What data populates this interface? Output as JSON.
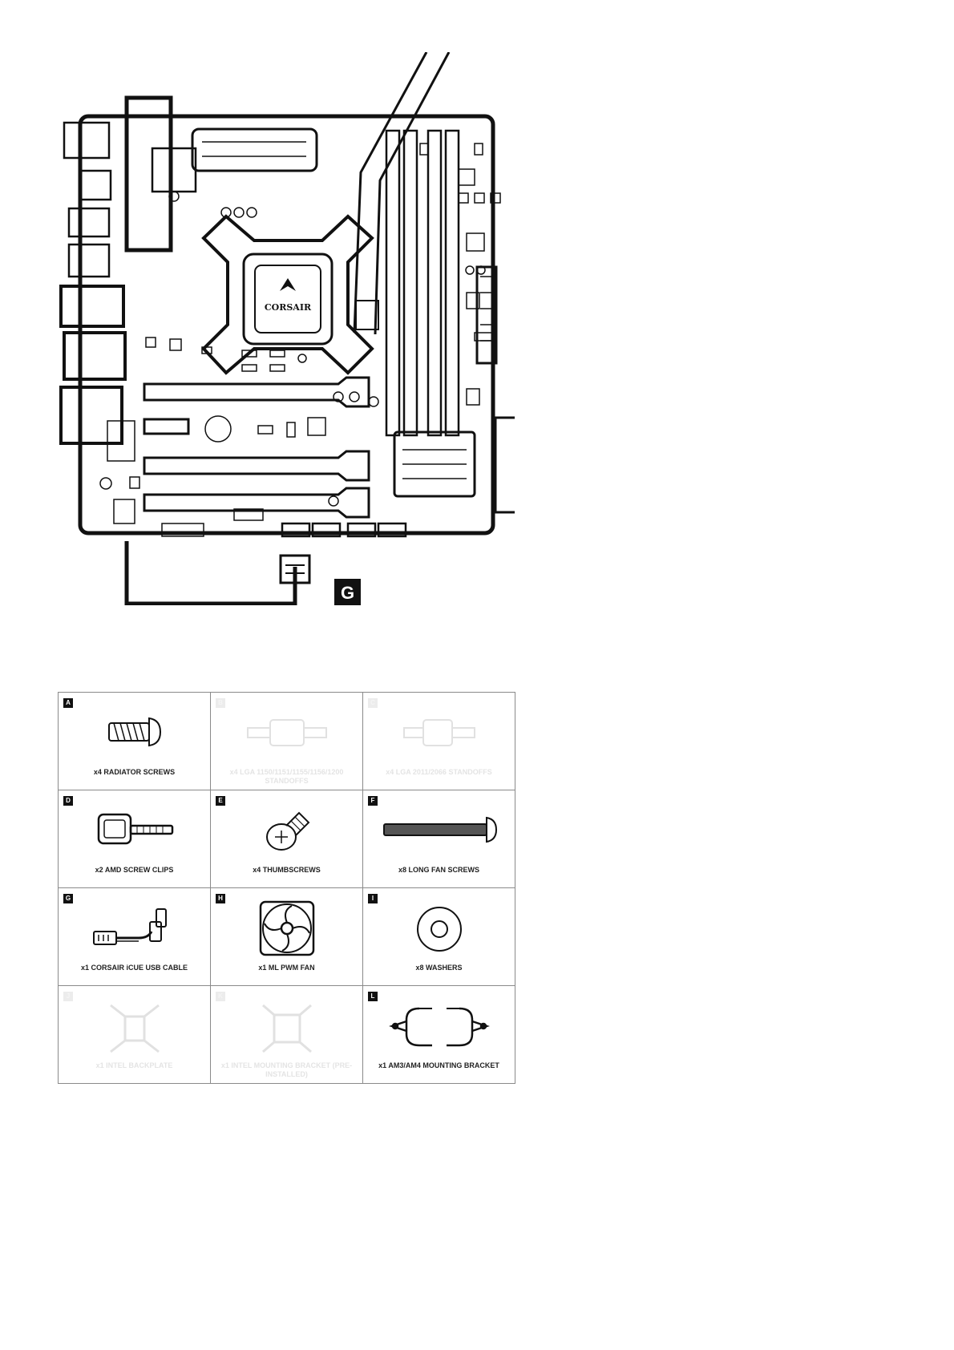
{
  "diagram": {
    "logo_text": "CORSAIR",
    "callout_letter": "G"
  },
  "parts": [
    {
      "letter": "A",
      "caption": "x4 RADIATOR SCREWS",
      "icon": "radiator-screw-icon",
      "faded": false
    },
    {
      "letter": "B",
      "caption": "x4 LGA 1150/1151/1155/1156/1200 STANDOFFS",
      "icon": "standoff-icon",
      "faded": true
    },
    {
      "letter": "C",
      "caption": "x4 LGA 2011/2066 STANDOFFS",
      "icon": "standoff-icon",
      "faded": true
    },
    {
      "letter": "D",
      "caption": "x2 AMD SCREW CLIPS",
      "icon": "screw-clip-icon",
      "faded": false
    },
    {
      "letter": "E",
      "caption": "x4 THUMBSCREWS",
      "icon": "thumbscrew-icon",
      "faded": false
    },
    {
      "letter": "F",
      "caption": "x8 LONG FAN SCREWS",
      "icon": "long-screw-icon",
      "faded": false
    },
    {
      "letter": "G",
      "caption": "x1 CORSAIR iCUE USB CABLE",
      "icon": "usb-cable-icon",
      "faded": false
    },
    {
      "letter": "H",
      "caption": "x1 ML PWM FAN",
      "icon": "fan-icon",
      "faded": false
    },
    {
      "letter": "I",
      "caption": "x8 WASHERS",
      "icon": "washer-icon",
      "faded": false
    },
    {
      "letter": "J",
      "caption": "x1 INTEL BACKPLATE",
      "icon": "backplate-icon",
      "faded": true
    },
    {
      "letter": "K",
      "caption": "x1 INTEL MOUNTING BRACKET (PRE-INSTALLED)",
      "icon": "intel-bracket-icon",
      "faded": true
    },
    {
      "letter": "L",
      "caption": "x1 AM3/AM4 MOUNTING BRACKET",
      "icon": "amd-bracket-icon",
      "faded": false
    }
  ]
}
